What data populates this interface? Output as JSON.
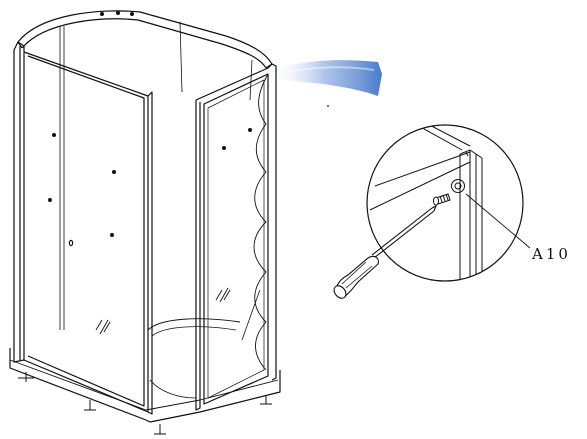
{
  "callout": {
    "part_code": "A10"
  },
  "icons": {
    "enclosure": "shower-enclosure-illustration",
    "detail": "magnified-detail-circle",
    "tool": "screwdriver-icon",
    "fastener": "screw-icon",
    "airflow": "air-flow-icon"
  },
  "colors": {
    "line": "#111111",
    "airflow": "#3f74c9"
  }
}
